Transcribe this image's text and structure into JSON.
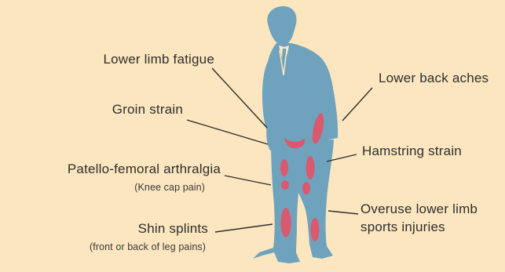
{
  "colors": {
    "background": "#fce6bf",
    "silhouette": "#6fa3bd",
    "pain_marks": "#d9596e",
    "leader_lines": "#2e2e2e"
  },
  "labels": {
    "lower_limb_fatigue": "Lower limb fatigue",
    "groin_strain": "Groin strain",
    "patello_femoral": "Patello-femoral arthralgia",
    "patello_femoral_sub": "(Knee cap pain)",
    "shin_splints": "Shin splints",
    "shin_splints_sub": "(front or back of leg pains)",
    "lower_back_aches": "Lower back aches",
    "hamstring_strain": "Hamstring strain",
    "overuse_line1": "Overuse lower limb",
    "overuse_line2": "sports injuries"
  }
}
